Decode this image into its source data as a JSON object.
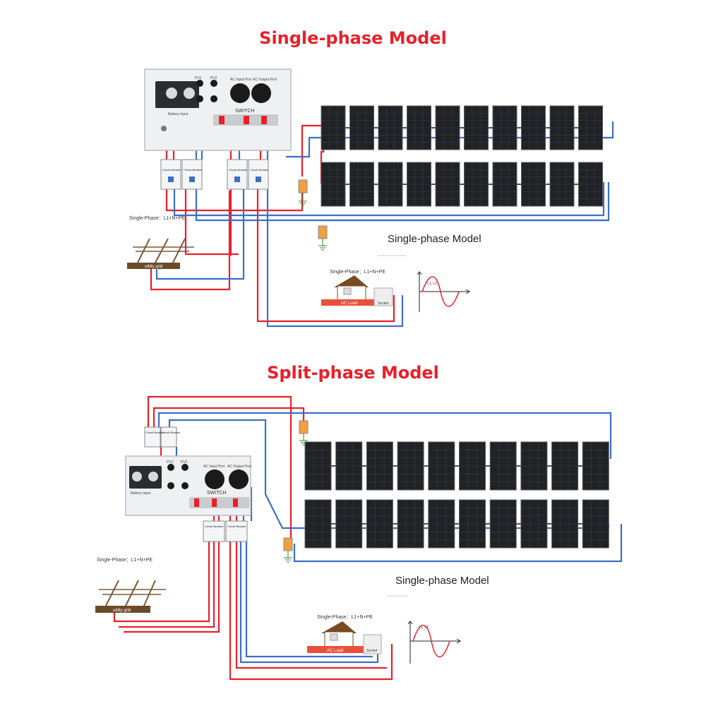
{
  "colors": {
    "title": "#e8202a",
    "wire_red": "#e8202a",
    "wire_blue": "#3b6fc4",
    "panel": "#202226",
    "panel_frame": "#5a5c60",
    "inverter": "#eef0f2",
    "pole": "#6b4a2a",
    "house_roof": "#7a4a22",
    "load_bar": "#e8503a"
  },
  "sections": [
    {
      "title": "Single-phase Model",
      "array_label": "Single-phase Model",
      "grid_supply_label": "Single-Phase：L1+N+PE",
      "utility_label": "utility grid",
      "load_supply_label": "Single-Phase：L1+N+PE",
      "load_label": "AC Load",
      "socket_label": "Socket",
      "wave_label": "L1, L2",
      "inverter": {
        "switch_label": "SWITCH",
        "battery_label": "Battery Input",
        "ac_input_label": "AC Input Port",
        "ac_output_label": "AC Output Port",
        "pv1_label": "PV1",
        "pv2_label": "PV2",
        "breaker_label": "Circuit Breaker"
      }
    },
    {
      "title": "Split-phase Model",
      "array_label": "Single-phase Model",
      "grid_supply_label": "Single-Phase：L1+N+PE",
      "utility_label": "utility grid",
      "load_supply_label": "Single-Phase：L1+N+PE",
      "load_label": "AC Load",
      "socket_label": "Socket",
      "wave_label": "L1, L2",
      "inverter": {
        "switch_label": "SWITCH",
        "battery_label": "Battery Input",
        "ac_input_label": "AC Input Port",
        "ac_output_label": "AC Output Port",
        "pv1_label": "PV1",
        "pv2_label": "PV2",
        "breaker_label": "Circuit Breaker"
      }
    }
  ]
}
